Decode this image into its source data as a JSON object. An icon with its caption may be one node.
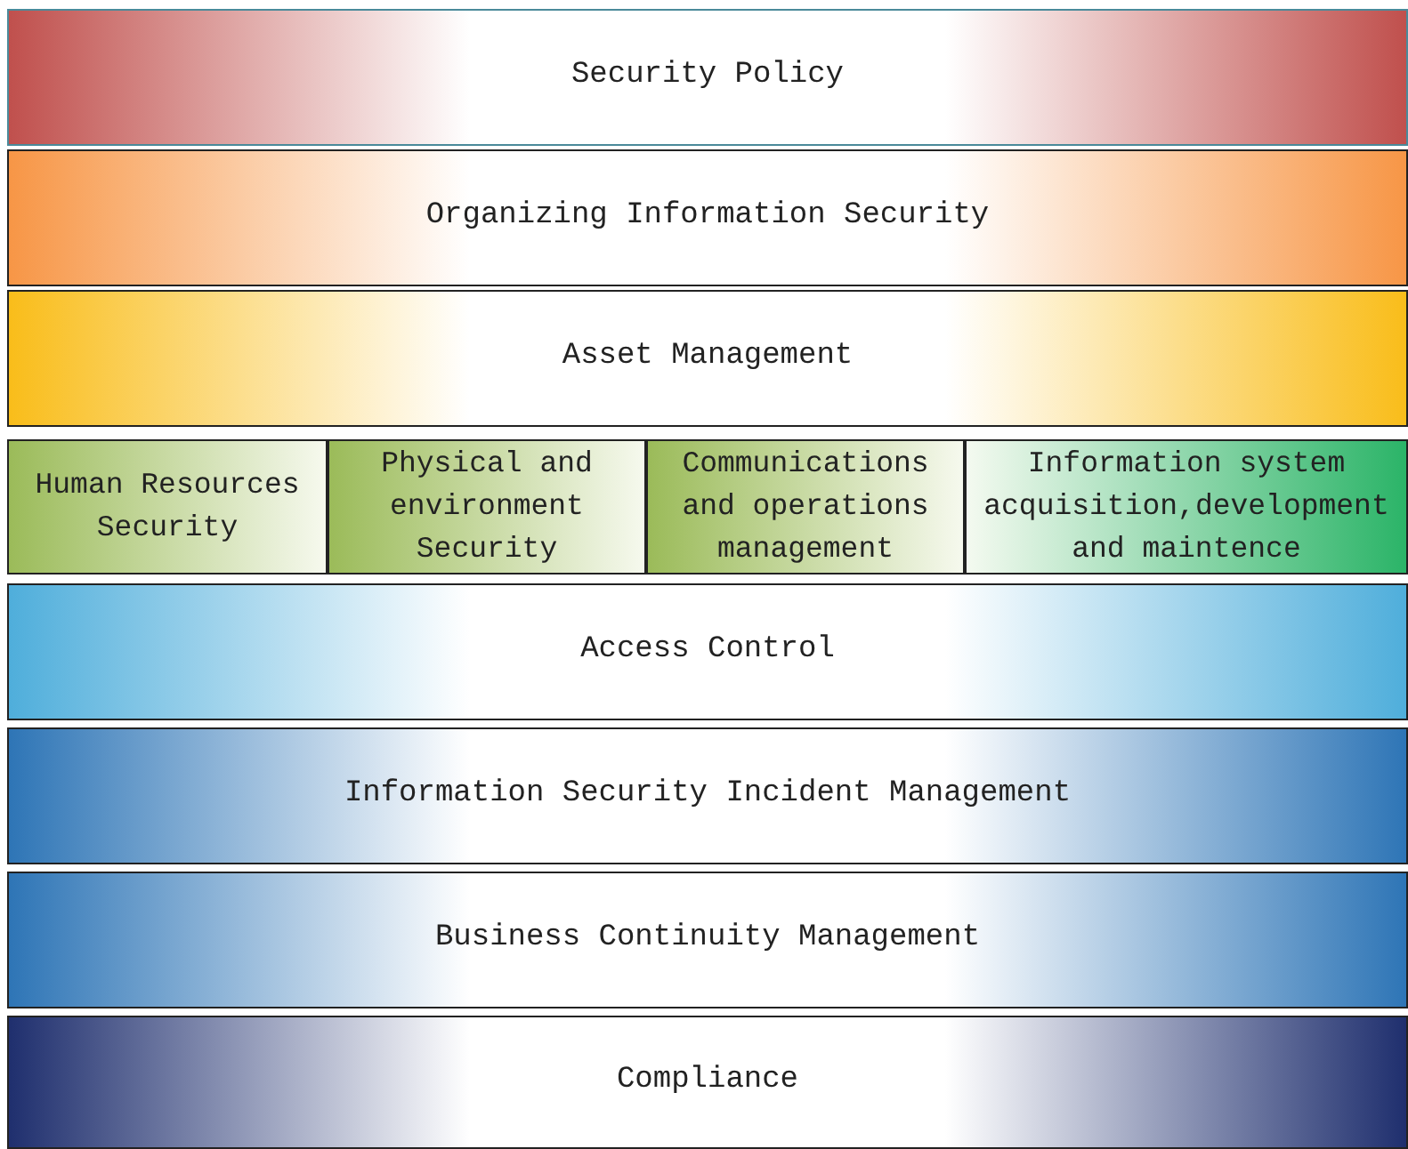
{
  "diagram": {
    "nodes": [
      {
        "text": [
          "Security Policy"
        ]
      },
      {
        "text": [
          "Organizing Information Security"
        ]
      },
      {
        "text": [
          "Asset Management"
        ]
      },
      {
        "text": [
          "Human Resources Security"
        ]
      },
      {
        "text": [
          "Physical and environment Security"
        ]
      },
      {
        "text": [
          "Communications and operations management"
        ]
      },
      {
        "text": [
          "Information system acquisition,development and maintence"
        ]
      },
      {
        "text": [
          "Access Control"
        ]
      },
      {
        "text": [
          "Information Security Incident Management"
        ]
      },
      {
        "text": [
          "Business Continuity Management"
        ]
      },
      {
        "text": [
          "Compliance"
        ]
      }
    ]
  }
}
